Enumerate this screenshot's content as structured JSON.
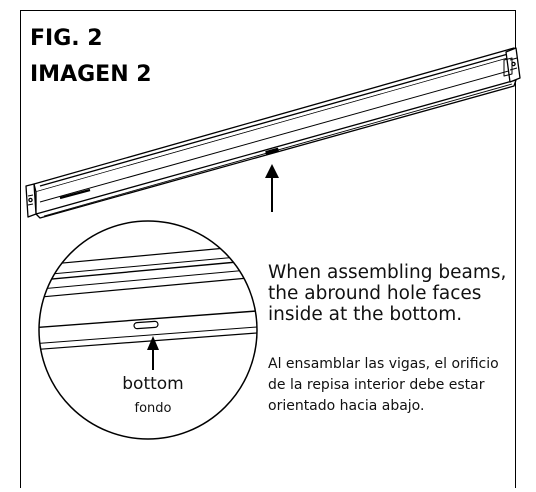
{
  "figure": {
    "title_en": "FIG. 2",
    "title_es": "IMAGEN 2"
  },
  "callout": {
    "label_en": "bottom",
    "label_es": "fondo"
  },
  "instructions": {
    "en": "When assembling beams, the abround hole faces inside at the bottom.",
    "es": "Al ensamblar las vigas, el orificio de la repisa interior debe estar orientado hacia abajo."
  },
  "icons": {
    "beam": "beam-illustration",
    "magnifier": "detail-circle",
    "arrow": "up-arrow-icon"
  },
  "colors": {
    "line": "#000000",
    "background": "#ffffff"
  }
}
